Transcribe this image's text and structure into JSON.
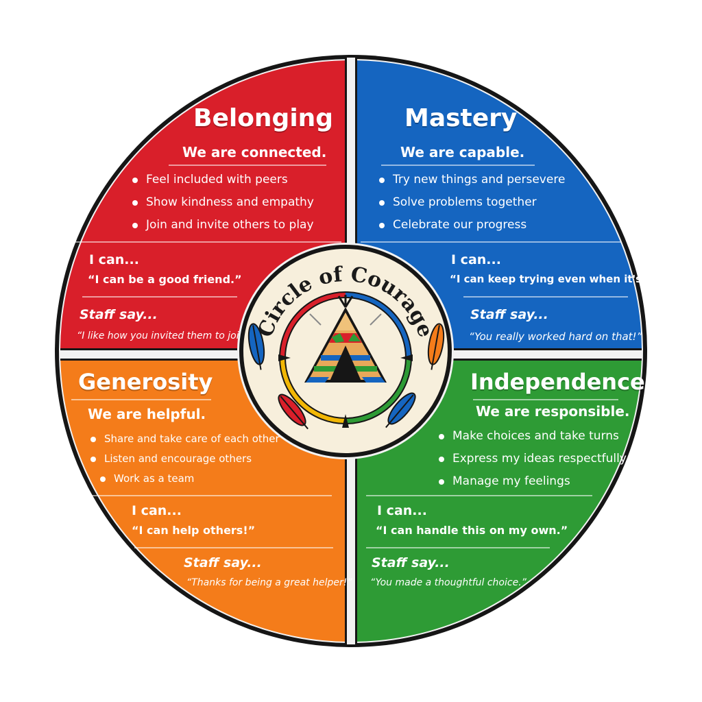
{
  "colors": {
    "belonging": "#d91f2a",
    "mastery": "#1565c0",
    "generosity": "#f47c1a",
    "independence": "#2e9b35",
    "outline": "#161616",
    "center_fill": "#f7efdc"
  },
  "center": {
    "title": "Circle of Courage",
    "icons": [
      "teepee-icon",
      "blue-feather-icon",
      "orange-feather-icon",
      "red-feather-icon",
      "blue-feather-icon"
    ]
  },
  "quadrants": {
    "belonging": {
      "title": "Belonging",
      "motto": "We are connected.",
      "items": [
        "Feel included with peers",
        "Show kindness and empathy",
        "Join and invite others to play"
      ],
      "ican_heading": "I can...",
      "ican_quote": "“I can be a good friend.”",
      "staff_heading": "Staff say...",
      "staff_quote": "“I like how you invited them to join!”"
    },
    "mastery": {
      "title": "Mastery",
      "motto": "We are capable.",
      "items": [
        "Try new things and persevere",
        "Solve problems together",
        "Celebrate our progress"
      ],
      "ican_heading": "I can...",
      "ican_quote": "“I can keep trying even when it's hard.”",
      "staff_heading": "Staff say...",
      "staff_quote": "“You really worked hard on that!”"
    },
    "generosity": {
      "title": "Generosity",
      "motto": "We are helpful.",
      "items": [
        "Share and take care of each other",
        "Listen and encourage others",
        "Work as a team"
      ],
      "ican_heading": "I can...",
      "ican_quote": "“I can help others!”",
      "staff_heading": "Staff say...",
      "staff_quote": "“Thanks for being a great helper!”"
    },
    "independence": {
      "title": "Independence",
      "motto": "We are responsible.",
      "items": [
        "Make choices and take turns",
        "Express my ideas respectfully",
        "Manage my feelings"
      ],
      "ican_heading": "I can...",
      "ican_quote": "“I can handle this on my own.”",
      "staff_heading": "Staff say...",
      "staff_quote": "“You made a thoughtful choice.”"
    }
  }
}
